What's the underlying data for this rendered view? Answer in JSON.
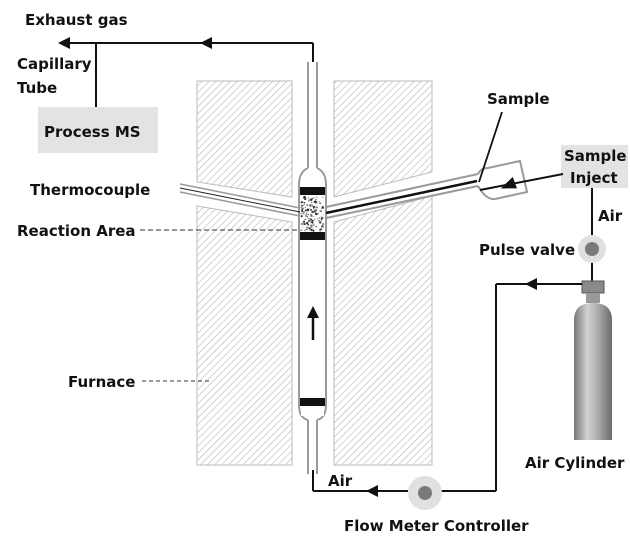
{
  "diagram": {
    "labels": {
      "exhaust_gas": "Exhaust gas",
      "capillary_tube_line1": "Capillary",
      "capillary_tube_line2": "Tube",
      "process_ms": "Process MS",
      "sample": "Sample",
      "sample_inject_line1": "Sample",
      "sample_inject_line2": "Inject",
      "thermocouple": "Thermocouple",
      "reaction_area": "Reaction Area",
      "air_top": "Air",
      "pulse_valve": "Pulse valve",
      "furnace": "Furnace",
      "air_cylinder": "Air Cylinder",
      "air_bottom": "Air",
      "flow_meter_controller": "Flow Meter Controller"
    },
    "colors": {
      "line": "#111111",
      "box_fill": "#e3e3e3",
      "hatch": "#b5b5b5",
      "tube_wall": "#9a9a9a",
      "valve_outer": "#e0e0e0",
      "valve_inner": "#7a7a7a",
      "cylinder": "#a8a8a8"
    }
  }
}
